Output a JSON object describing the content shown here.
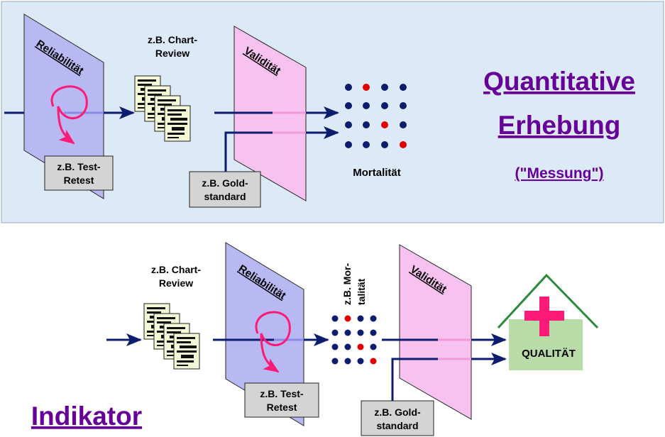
{
  "top": {
    "reliability_label": "Reliabilität",
    "chart_review_line1": "z.B. Chart-",
    "chart_review_line2": "Review",
    "validity_label": "Validität",
    "test_retest_line1": "z.B. Test-",
    "test_retest_line2": "Retest",
    "gold_line1": "z.B. Gold-",
    "gold_line2": "standard",
    "mortality_label": "Mortalität",
    "title_line1": "Quantitative",
    "title_line2": "Erhebung",
    "title_line3": "(\"Messung\")"
  },
  "bottom": {
    "chart_review_line1": "z.B. Chart-",
    "chart_review_line2": "Review",
    "reliability_label": "Reliabilität",
    "test_retest_line1": "z.B. Test-",
    "test_retest_line2": "Retest",
    "mortality_line1": "z.B. Mor-",
    "mortality_line2": "talität",
    "validity_label": "Validität",
    "gold_line1": "z.B. Gold-",
    "gold_line2": "standard",
    "quality_label": "QUALITÄT",
    "indikator_label": "Indikator"
  },
  "colors": {
    "panel_bg": "#dce9f7",
    "navy": "#0c1c6e",
    "magenta": "#ff1a78",
    "reliability_plane": "#b8b8f2",
    "validity_plane": "#f7c2f0",
    "title_purple": "#660099",
    "red_dot": "#e00000",
    "green_box": "#b8dca8",
    "roof_green": "#2a8a3a"
  }
}
